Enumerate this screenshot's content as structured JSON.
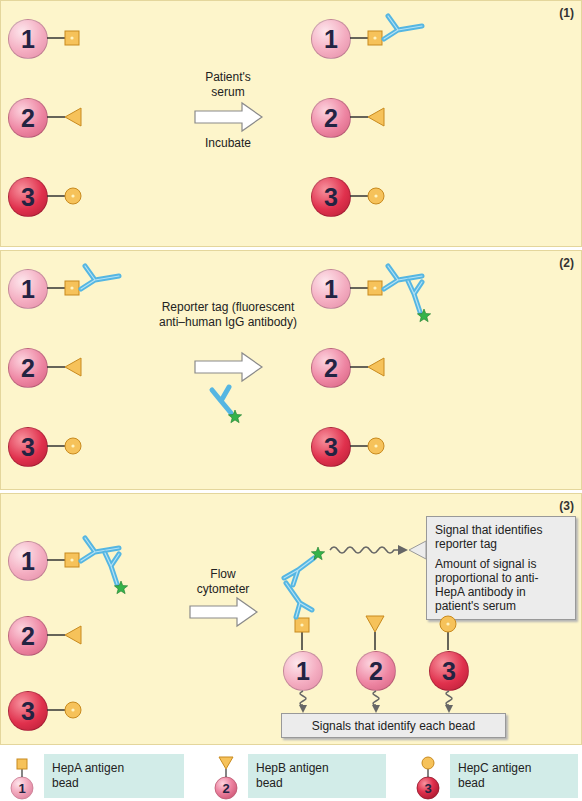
{
  "diagram": {
    "nodes": [
      {
        "text": [
          "(1)"
        ]
      },
      {
        "text": [
          "1"
        ],
        "in": 0
      },
      {
        "text": [
          "2"
        ],
        "in": 0
      },
      {
        "text": [
          "3"
        ],
        "in": 0
      },
      {
        "text": [
          "1"
        ],
        "in": 0
      },
      {
        "text": [
          "2"
        ],
        "in": 0
      },
      {
        "text": [
          "3"
        ],
        "in": 0
      },
      {
        "text": [
          "(2)"
        ]
      },
      {
        "text": [
          "1"
        ],
        "in": 7
      },
      {
        "text": [
          "2"
        ],
        "in": 7
      },
      {
        "text": [
          "3"
        ],
        "in": 7
      },
      {
        "text": [
          "1"
        ],
        "in": 7
      },
      {
        "text": [
          "2"
        ],
        "in": 7
      },
      {
        "text": [
          "3"
        ],
        "in": 7
      },
      {
        "text": [
          "(3)"
        ]
      },
      {
        "text": [
          "1"
        ],
        "in": 14
      },
      {
        "text": [
          "2"
        ],
        "in": 14
      },
      {
        "text": [
          "3"
        ],
        "in": 14
      },
      {
        "text": [
          "Signal that identifies reporter tag",
          "Amount of signal is proportional to anti-HepA antibody in patient's serum"
        ],
        "in": 14
      },
      {
        "text": [
          "1"
        ],
        "in": 14
      },
      {
        "text": [
          "2"
        ],
        "in": 14
      },
      {
        "text": [
          "3"
        ],
        "in": 14
      },
      {
        "text": [
          "Signals that identify each bead"
        ],
        "in": 14
      }
    ],
    "edges": [
      {
        "from": 19,
        "to": 22,
        "arrow": "to"
      },
      {
        "from": 20,
        "to": 22,
        "arrow": "to"
      },
      {
        "from": 21,
        "to": 22,
        "arrow": "to"
      }
    ],
    "labels": [
      "Patient's serum",
      "Incubate",
      "Reporter tag (fluorescent anti–human IgG antibody)",
      "Flow cytometer",
      "1",
      "2",
      "3"
    ],
    "legend": [
      {
        "text": "HepA antigen bead"
      },
      {
        "text": "HepB antigen bead"
      },
      {
        "text": "HepC antigen bead"
      }
    ]
  }
}
